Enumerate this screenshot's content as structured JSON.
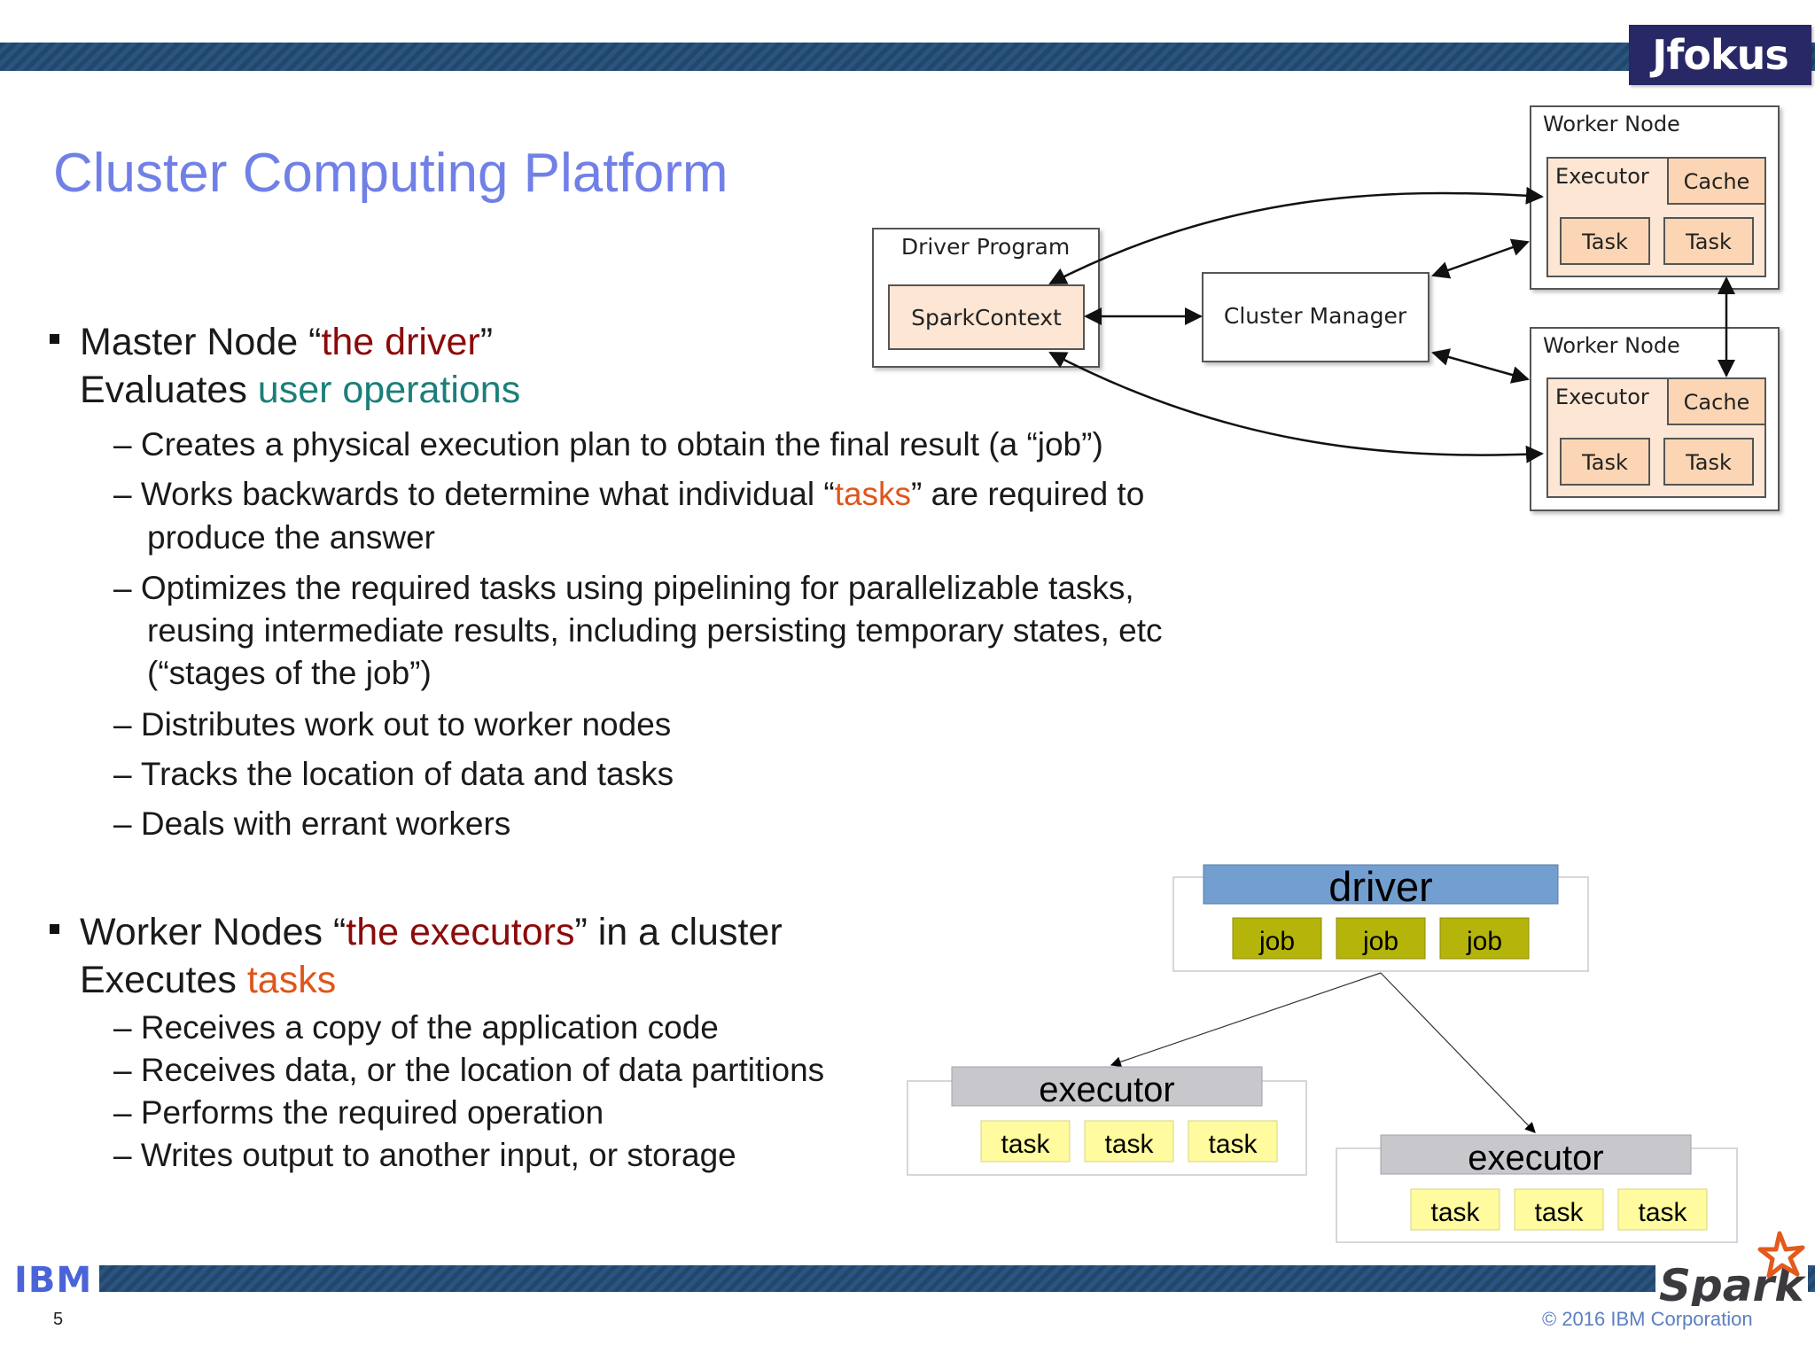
{
  "header": {
    "logo_text": "Jfokus"
  },
  "slide": {
    "title": "Cluster Computing Platform"
  },
  "master": {
    "line1_prefix": "Master Node “",
    "line1_highlight": "the driver",
    "line1_suffix": "”",
    "line2_prefix": "Evaluates ",
    "line2_highlight": "user operations",
    "sub_bullets": [
      {
        "dash": "–",
        "text": "Creates a physical execution plan to obtain the final result (a “job”)"
      },
      {
        "dash": "–",
        "pre": "Works backwards to determine what individual “",
        "highlight": "tasks",
        "post": "” are required to",
        "cont": "produce the answer"
      },
      {
        "dash": "–",
        "text": "Optimizes the required tasks using pipelining for parallelizable tasks,",
        "cont1": "reusing intermediate results, including persisting temporary states, etc",
        "cont2": "(“stages of the job”)"
      },
      {
        "dash": "–",
        "text": "Distributes work out to worker nodes"
      },
      {
        "dash": "–",
        "text": "Tracks the location of data and tasks"
      },
      {
        "dash": "–",
        "text": "Deals with errant workers"
      }
    ]
  },
  "workers": {
    "line1_prefix": "Worker Nodes “",
    "line1_highlight": "the executors",
    "line1_suffix": "” in a cluster",
    "line2_prefix": "Executes ",
    "line2_highlight": "tasks",
    "sub_bullets": [
      {
        "dash": "–",
        "text": "Receives a copy of the application code"
      },
      {
        "dash": "–",
        "text": "Receives data, or the location of data partitions"
      },
      {
        "dash": "–",
        "text": "Performs the required operation"
      },
      {
        "dash": "–",
        "text": "Writes output to another input, or storage"
      }
    ]
  },
  "arch_diagram": {
    "driver_program": "Driver Program",
    "spark_context": "SparkContext",
    "cluster_manager": "Cluster Manager",
    "worker_nodes": [
      {
        "label": "Worker Node",
        "executor": "Executor",
        "cache": "Cache",
        "tasks": [
          "Task",
          "Task"
        ]
      },
      {
        "label": "Worker Node",
        "executor": "Executor",
        "cache": "Cache",
        "tasks": [
          "Task",
          "Task"
        ]
      }
    ],
    "colors": {
      "box_fill": "#fde6d4",
      "box_stroke": "#555555"
    }
  },
  "job_diagram": {
    "driver": "driver",
    "jobs": [
      "job",
      "job",
      "job"
    ],
    "executors": [
      {
        "label": "executor",
        "tasks": [
          "task",
          "task",
          "task"
        ]
      },
      {
        "label": "executor",
        "tasks": [
          "task",
          "task",
          "task"
        ]
      }
    ],
    "colors": {
      "driver": "#729fcf",
      "job": "#b5b40a",
      "executor": "#c8c8cc",
      "task": "#fffb9e"
    }
  },
  "footer": {
    "ibm_logo": "IBM",
    "page_number": "5",
    "copyright": "© 2016 IBM Corporation",
    "spark_logo": "Spark"
  }
}
